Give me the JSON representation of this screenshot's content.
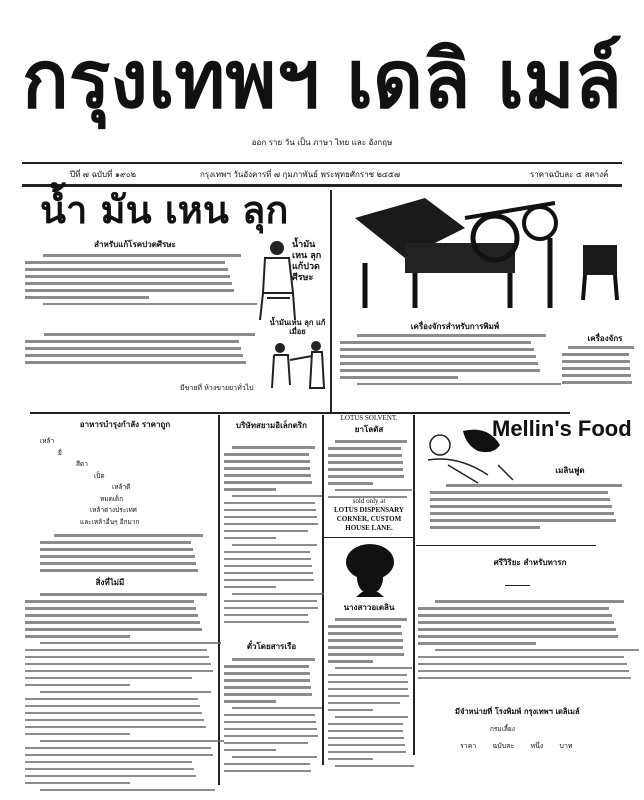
{
  "masthead": {
    "title": "กรุงเทพฯ เดลิ เมล์",
    "subtitle": "ออก ราย วัน เป็น ภาษา ไทย และ อังกฤษ"
  },
  "issue": {
    "volume": "ปีที่ ๗ ฉบับที่ ๑๙๐๒",
    "dateline": "กรุงเทพฯ วันอังคารที่ ๗ กุมภาพันธ์ พระพุทธศักราช ๒๔๕๗",
    "price": "ราคาฉบับละ ๕ สตางค์"
  },
  "top_story": {
    "headline": "น้ำ มัน เหน ลุก",
    "section_heading": "สำหรับแก้โรคปวดศีรษะ",
    "caption_1": "น้ำมัน เหน ลุก แก้ปวด ศีรษะ",
    "caption_2": "น้ำมันเหน ลุก แก้เมื่อย",
    "signature": "มีขายที่ ห้างขายยาทั่วไป"
  },
  "machine_ad": {
    "heading": "เครื่องจักรสำหรับการพิมพ์"
  },
  "right_col": {
    "heading": "เครื่องจักร"
  },
  "lower": {
    "col1_heading": "อาหารบำรุงกำลัง ราคาถูก",
    "col1_list": [
      "เหล้า",
      "ยี่",
      "สีดา",
      "เป็ด",
      "เหล้าดี",
      "หมดเด็ก",
      "เหล้าต่างประเทศ",
      "และเหล้าอื่นๆ อีกมาก"
    ],
    "col1_heading2": "สิ่งที่ไม่มี",
    "col2_heading": "บริษัทสยามอิเล็กตริก",
    "col2_heading2": "ตั๋วโดยสารเรือ",
    "lotus": {
      "en_title": "LOTUS SOLVENT.",
      "th_title": "ยาโลตัส",
      "sold_at": "sold only at",
      "shop": "LOTUS DISPENSARY",
      "address": "CORNER, CUSTOM HOUSE LANE."
    },
    "portrait_caption": "นางสาวอเดลิน",
    "mellin": {
      "title": "Mellin's Food",
      "th_title": "เมลินฟูด",
      "heading2": "ศรีวิริยะ สำหรับทารก",
      "footer": "มีจำหน่ายที่ โรงพิมพ์ กรุงเทพฯ เดลิเมล์",
      "footer_sub": "กรมเลี้ยง",
      "price": "ราคา ฉบับละ หนึ่ง บาท"
    }
  }
}
